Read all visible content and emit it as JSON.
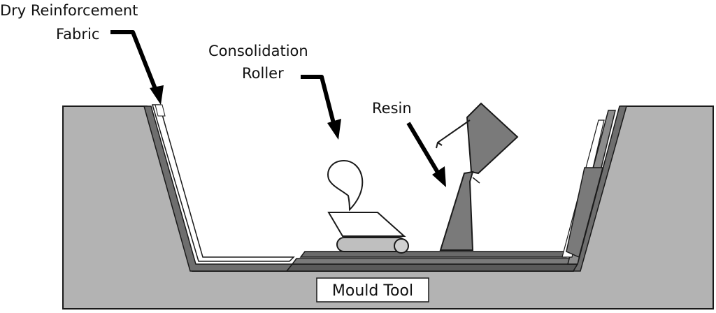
{
  "labels": {
    "fabric_line1": "Dry Reinforcement",
    "fabric_line2": "Fabric",
    "roller_line1": "Consolidation",
    "roller_line2": "Roller",
    "resin": "Resin",
    "mould_tool": "Mould Tool"
  },
  "colors": {
    "mould": "#b3b3b3",
    "laminate": "#6e6e6e",
    "laminate_light": "#8c8c8c",
    "outline": "#1a1a1a",
    "roller_fill": "#bfbfbf",
    "resin_dispenser": "#7a7a7a",
    "arrow": "#000000"
  }
}
